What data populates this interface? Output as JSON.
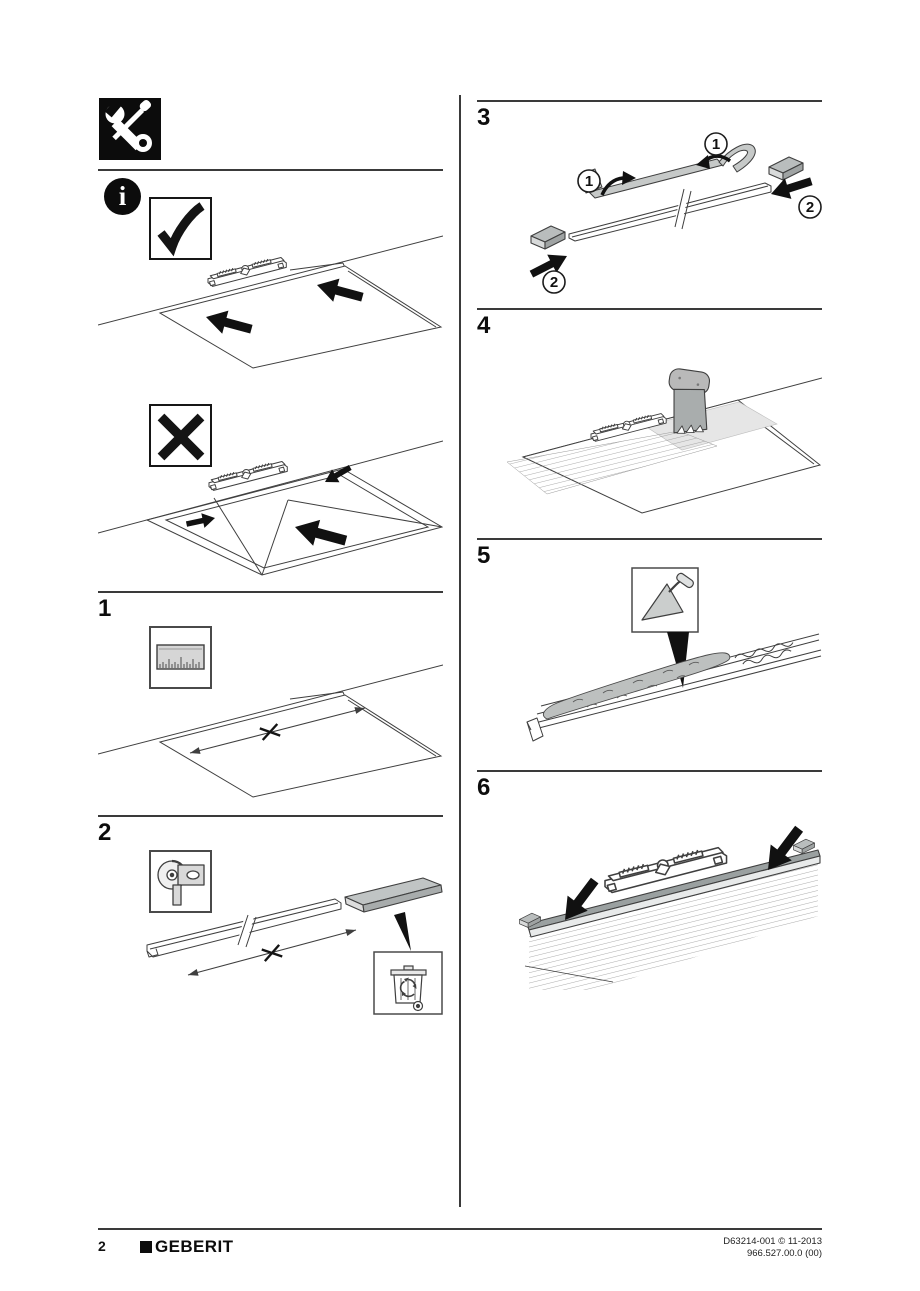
{
  "colors": {
    "line": "#3f3f3f",
    "black": "#111111",
    "metal_gray": "#c6c9c8",
    "dark_gray": "#9aa0a0"
  },
  "icons": {
    "header": "wrench-screwdriver-icon",
    "note": "info-icon",
    "correct": "checkmark-icon",
    "incorrect": "cross-icon",
    "step1": "ruler-icon",
    "step2": "angle-grinder-icon",
    "step2_disposal": "recycling-waste-bin-icon",
    "step4_tool": "notched-trowel-icon",
    "step5_tool": "trowel-icon"
  },
  "info": {
    "glyph": "i"
  },
  "steps": {
    "s1": "1",
    "s2": "2",
    "s3": "3",
    "s4": "4",
    "s5": "5",
    "s6": "6"
  },
  "callouts": {
    "c1": "1",
    "c2": "2"
  },
  "footer": {
    "page": "2",
    "brand": "GEBERIT",
    "ref_line1": "D63214-001 © 11-2013",
    "ref_line2": "966.527.00.0 (00)"
  }
}
